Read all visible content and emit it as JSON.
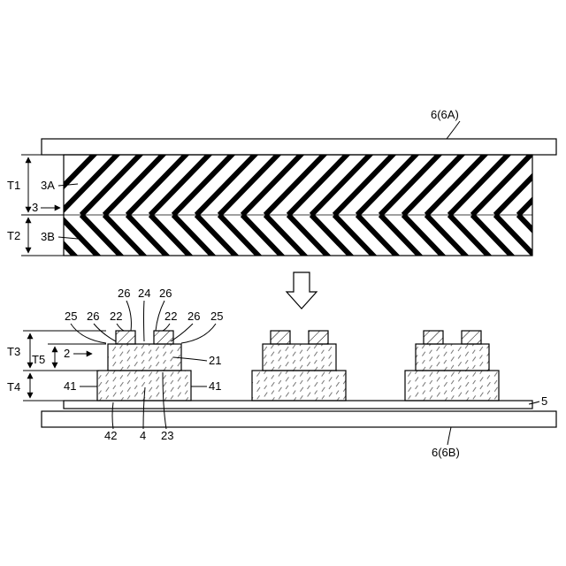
{
  "labels": {
    "support_a": "6(6A)",
    "support_b": "6(6B)",
    "t1": "T1",
    "t2": "T2",
    "t3": "T3",
    "t4": "T4",
    "t5": "T5",
    "layer_3a": "3A",
    "layer_3b": "3B",
    "sheet_3": "3",
    "chip_2": "2",
    "ref_26_left": "26",
    "ref_24": "24",
    "ref_26_right": "26",
    "ref_25_left": "25",
    "ref_26_a": "26",
    "ref_22_a": "22",
    "ref_22_b": "22",
    "ref_26_b": "26",
    "ref_25_right": "25",
    "ref_21": "21",
    "ref_41_left": "41",
    "ref_41_right": "41",
    "ref_42": "42",
    "ref_4": "4",
    "ref_23": "23",
    "ref_5": "5"
  },
  "icons": {
    "process_arrow": "down-arrow-icon"
  }
}
